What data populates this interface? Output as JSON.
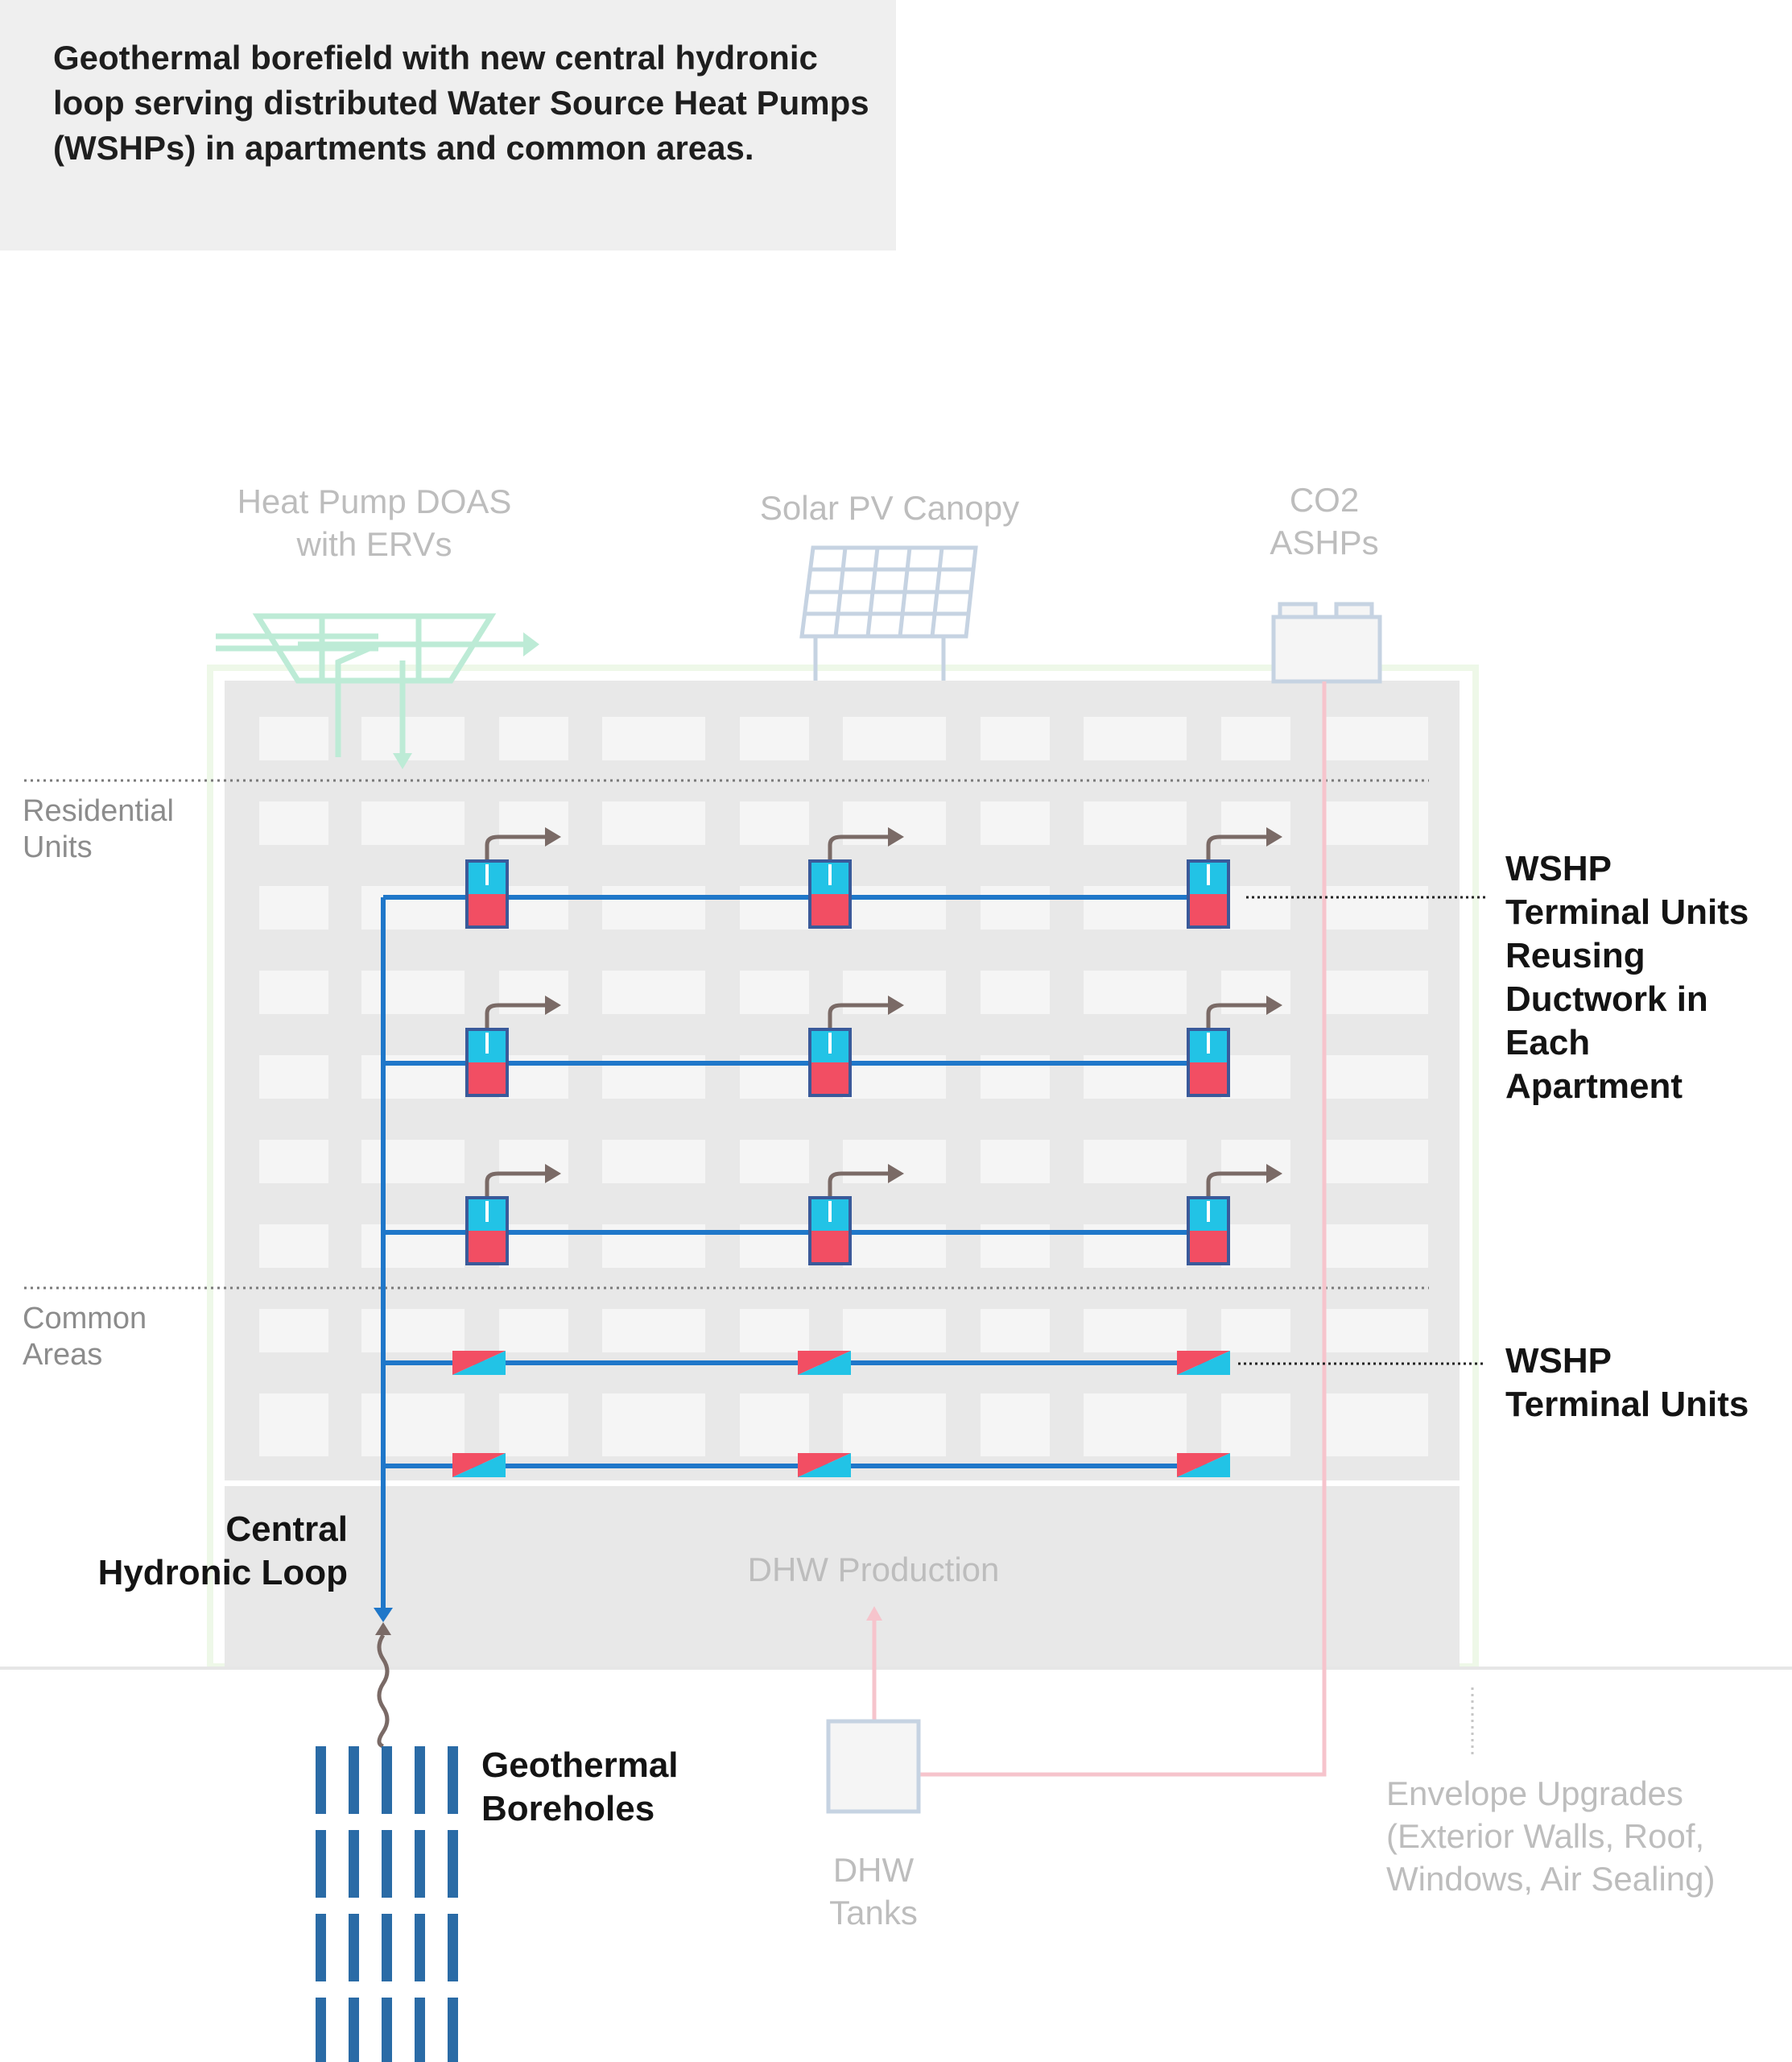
{
  "callout": {
    "text": "Geothermal borefield with new central hydronic loop serving distributed Water Source Heat Pumps (WSHPs) in apartments and common areas."
  },
  "labels": {
    "doas_line1": "Heat Pump DOAS",
    "doas_line2": "with ERVs",
    "solar": "Solar PV Canopy",
    "co2_line1": "CO2",
    "co2_line2": "ASHPs",
    "residential_line1": "Residential",
    "residential_line2": "Units",
    "common_line1": "Common",
    "common_line2": "Areas",
    "wshp_apartment_lines": [
      "WSHP",
      "Terminal Units",
      "Reusing",
      "Ductwork in",
      "Each",
      "Apartment"
    ],
    "wshp_common_lines": [
      "WSHP",
      "Terminal Units"
    ],
    "loop_line1": "Central",
    "loop_line2": "Hydronic Loop",
    "dhw_production": "DHW Production",
    "dhw_tanks_line1": "DHW",
    "dhw_tanks_line2": "Tanks",
    "borehole_line1": "Geothermal",
    "borehole_line2": "Boreholes",
    "envelope_lines": [
      "Envelope Upgrades",
      "(Exterior Walls, Roof,",
      "Windows, Air Sealing)"
    ]
  },
  "colors": {
    "loop": "#1f77c9",
    "wshp_cold": "#22c3e6",
    "wshp_hot": "#f24e63",
    "wshp_outline": "#3a5a9a",
    "borehole": "#2a6ba6",
    "duct_arrow": "#7a6a66",
    "doas": "#bdebd6",
    "solar": "#c6d3e2",
    "pipe_faded": "#f6c4cc",
    "building": "#e8e8e8",
    "window": "#f5f5f5"
  }
}
